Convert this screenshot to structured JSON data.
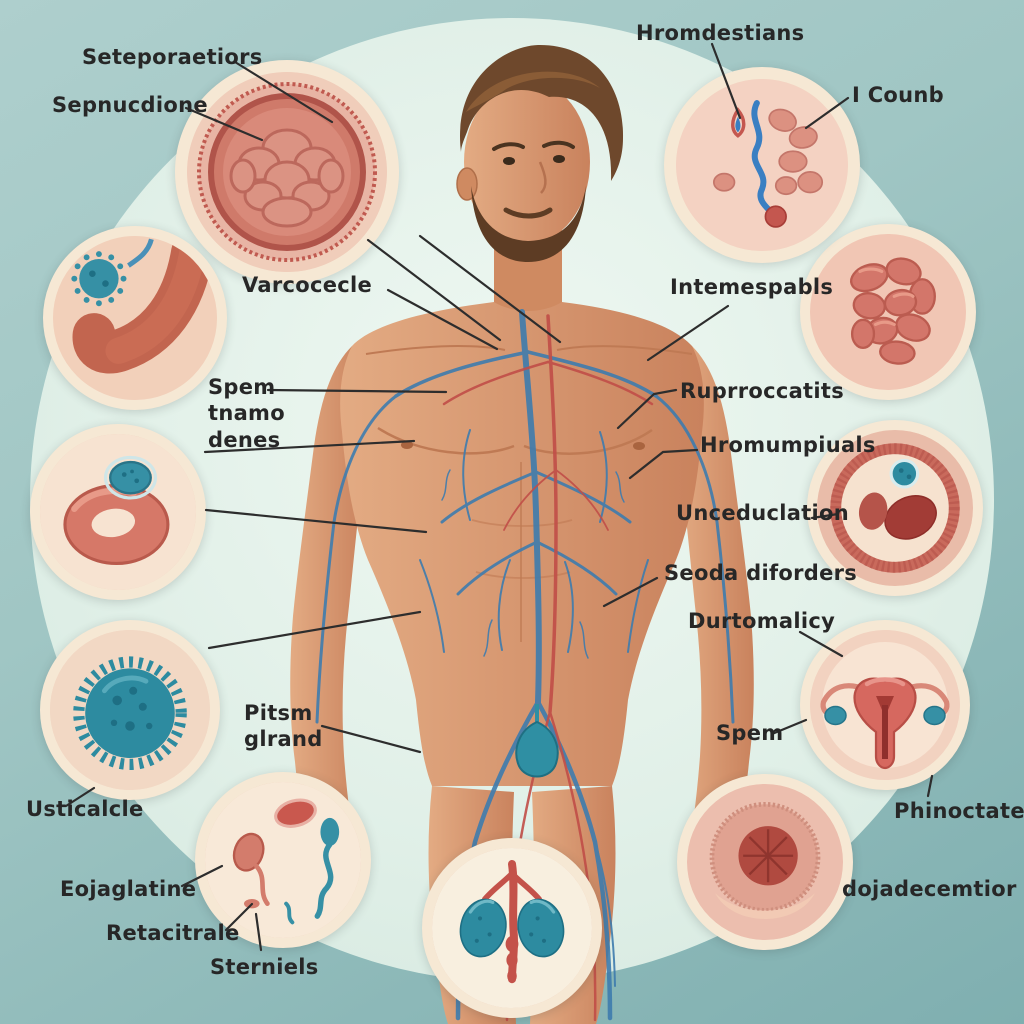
{
  "illustration": {
    "subject": "male-anatomy-infographic",
    "figure": "male figure with brown hair and beard, vascular network over torso, teal bladder organ at pelvis"
  },
  "colors": {
    "background_teal": "#a0c6c4",
    "backdrop_circle": "#e1f0e8",
    "label_text": "#272727",
    "leader_line": "#2d2d2d",
    "inset_ring_cream": "#f6e8d4",
    "organ_red": "#c9655a",
    "organ_pink": "#e8a898",
    "teal_organ": "#2d8ba0",
    "vein_blue": "#3e7cae",
    "artery_red": "#c14e48",
    "skin": "#d79d7d",
    "hair_brown": "#6e482c"
  },
  "labels": [
    {
      "id": "seteporaetiors",
      "text": "Seteporaetiors"
    },
    {
      "id": "sepnucdione",
      "text": "Sepnucdione"
    },
    {
      "id": "varcocecle",
      "text": "Varcocecle"
    },
    {
      "id": "spem-tnamo-denes",
      "text": "Spem\ntnamo\ndenes"
    },
    {
      "id": "pitsm-glrand",
      "text": "Pitsm\nglrand"
    },
    {
      "id": "usticalcle",
      "text": "Usticalcle"
    },
    {
      "id": "eojaglatine",
      "text": "Eojaglatine"
    },
    {
      "id": "retacitrale",
      "text": "Retacitrale"
    },
    {
      "id": "sterniels",
      "text": "Sterniels"
    },
    {
      "id": "hromdestians",
      "text": "Hromdestians"
    },
    {
      "id": "i-counb",
      "text": "I Counb"
    },
    {
      "id": "intemespabls",
      "text": "Intemespabls"
    },
    {
      "id": "ruprroccatits",
      "text": "Ruprroccatits"
    },
    {
      "id": "hromumpiuals",
      "text": "Hromumpiuals"
    },
    {
      "id": "unceduclation",
      "text": "Unceduclation"
    },
    {
      "id": "seoda-diforders",
      "text": "Seoda diforders"
    },
    {
      "id": "durtomalicy",
      "text": "Durtomalicy"
    },
    {
      "id": "spem",
      "text": "Spem"
    },
    {
      "id": "phinoctate",
      "text": "Phinoctate"
    },
    {
      "id": "dojadecemtior",
      "text": "dojadecemtior"
    }
  ],
  "insets": [
    {
      "id": "colon-cross-section-inset",
      "depicts": "intestine/colon cross section"
    },
    {
      "id": "stomach-virus-inset",
      "depicts": "stomach with teal microbe"
    },
    {
      "id": "torus-cell-inset",
      "depicts": "red torus cell with teal ovum"
    },
    {
      "id": "teal-virus-inset",
      "depicts": "large teal spiked microbe"
    },
    {
      "id": "sperm-cells-inset",
      "depicts": "red and teal sperm-like cells"
    },
    {
      "id": "testes-vessel-inset",
      "depicts": "paired teal glands with central red vessel"
    },
    {
      "id": "organ-cross-section-inset",
      "depicts": "pink organ cross section with dark red core"
    },
    {
      "id": "uterus-inset",
      "depicts": "uterus with teal ovaries"
    },
    {
      "id": "vessel-cross-section-inset",
      "depicts": "vessel cross section with red ovals and teal sphere"
    },
    {
      "id": "intestine-coils-inset",
      "depicts": "coiled red intestine blobs"
    },
    {
      "id": "tubes-blobs-inset",
      "depicts": "blue tube winding among red blobs"
    }
  ]
}
